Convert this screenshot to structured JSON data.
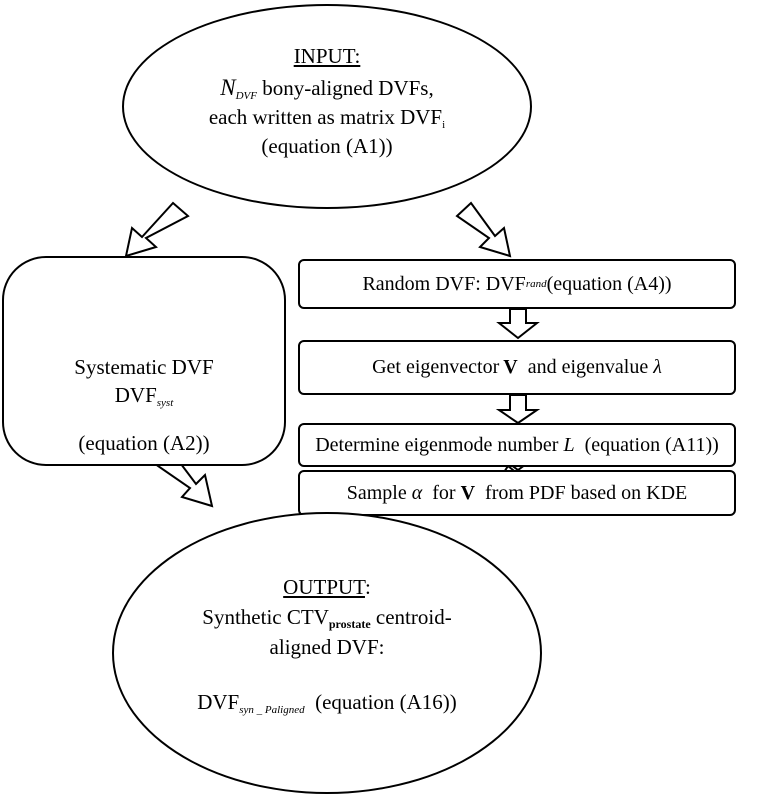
{
  "input": {
    "heading": "INPUT:",
    "n_symbol": "N",
    "n_sub": "DVF",
    "line1_rest": " bony-aligned DVFs,",
    "line2_text": "each written as matrix  DVF",
    "line2_sub": "i",
    "line3": "(equation (A1))"
  },
  "systematic": {
    "title": "Systematic DVF",
    "sym": "DVF",
    "sub": "syst",
    "eq": "(equation (A2))"
  },
  "steps": {
    "s1_text": "Random DVF:  DVF",
    "s1_sub": "rand",
    "s1_eq": " (equation (A4))",
    "s2_text": "Get eigenvector ",
    "s2_v": "V",
    "s2_mid": "  and eigenvalue ",
    "s2_lambda": "λ",
    "s3_text": "Determine eigenmode number ",
    "s3_L": "L",
    "s3_eq": "  (equation (A11))",
    "s4_text": "Sample ",
    "s4_alpha": "α",
    "s4_mid": "  for ",
    "s4_v": "V",
    "s4_end": "  from PDF based on KDE"
  },
  "output": {
    "heading": "OUTPUT",
    "colon": ":",
    "line1_a": "Synthetic CTV",
    "line1_sub": "prostate",
    "line1_b": " centroid-",
    "line2": "aligned DVF:",
    "line3_sym": "DVF",
    "line3_sub": "syn _ Paligned",
    "line3_eq": "  (equation (A16))"
  }
}
